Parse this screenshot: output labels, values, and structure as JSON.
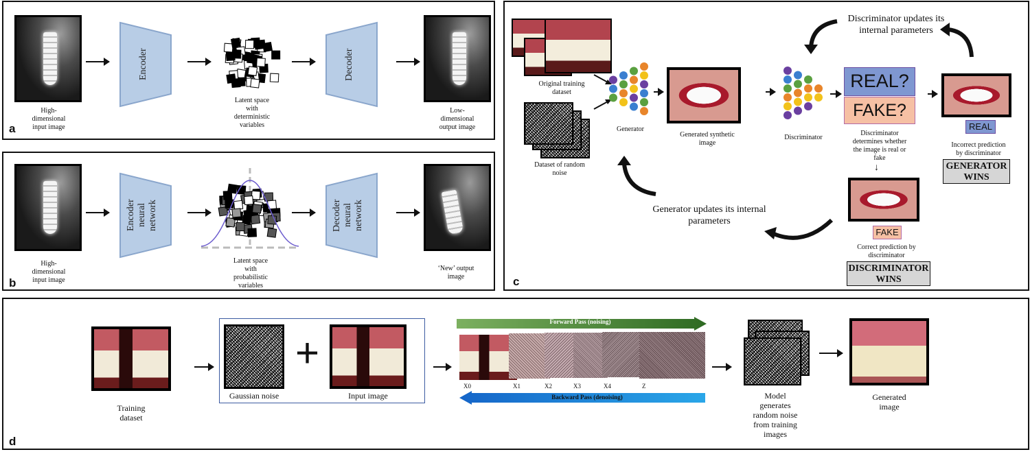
{
  "panel_a": {
    "letter": "a",
    "input_caption": "High-\ndimensional\ninput image",
    "encoder": "Encoder",
    "latent_caption": "Latent space\nwith\ndeterministic\nvariables",
    "decoder": "Decoder",
    "output_caption": "Low-\ndimensional\noutput image"
  },
  "panel_b": {
    "letter": "b",
    "input_caption": "High-\ndimensional\ninput image",
    "encoder": "Encoder\nneural\nnetwork",
    "latent_caption": "Latent space\nwith\nprobabilistic\nvariables",
    "decoder": "Decoder\nneural\nnetwork",
    "output_caption": "‘New’ output\nimage"
  },
  "panel_c": {
    "letter": "c",
    "training_caption": "Original training\ndataset",
    "noise_caption": "Dataset of random\nnoise",
    "generator": "Generator",
    "synthetic_caption": "Generated synthetic\nimage",
    "discriminator": "Discriminator",
    "real_q": "REAL?",
    "fake_q": "FAKE?",
    "decision_caption": "Discriminator\ndetermines whether\nthe image is real or\nfake",
    "down_arrow": "↓",
    "disc_updates": "Discriminator updates its\ninternal parameters",
    "gen_updates": "Generator updates its internal\nparameters",
    "real_label": "REAL",
    "incorrect_caption": "Incorrect prediction\nby discriminator",
    "generator_wins": "GENERATOR\nWINS",
    "fake_label": "FAKE",
    "correct_caption": "Correct prediction by\ndiscriminator",
    "discriminator_wins": "DISCRIMINATOR\nWINS"
  },
  "panel_d": {
    "letter": "d",
    "training_caption": "Training\ndataset",
    "plus": "+",
    "noise_caption": "Gaussian noise",
    "input_caption": "Input image",
    "forward": "Forward Pass (noising)",
    "backward": "Backward Pass (denoising)",
    "steps": [
      "X0",
      "X1",
      "X2",
      "X3",
      "X4",
      "Z"
    ],
    "model_caption": "Model\ngenerates\nrandom noise\nfrom training\nimages",
    "generated_caption": "Generated\nimage"
  },
  "colors": {
    "encoder_fill": "#b8cde6",
    "real_box": "#7f97d1",
    "fake_box": "#f6c0a4",
    "forward_arrow": "#3d7a2e",
    "backward_arrow": "#1f7ad6",
    "node_colors": [
      "#6a3fa0",
      "#3a7fd0",
      "#5aa040",
      "#e8852a",
      "#f2c21a"
    ]
  },
  "icons": [
    "right-arrow-icon",
    "curved-arrow-icon",
    "plus-icon",
    "down-arrow-icon"
  ]
}
